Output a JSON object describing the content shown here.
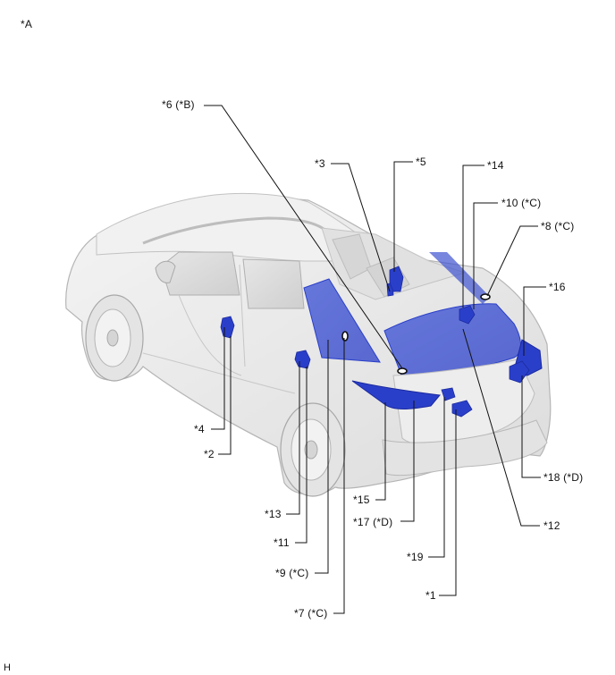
{
  "figure_id": "*A",
  "corner_code": "H",
  "callouts": {
    "c1": "*1",
    "c2": "*2",
    "c3": "*3",
    "c4": "*4",
    "c5": "*5",
    "c6": "*6 (*B)",
    "c7": "*7 (*C)",
    "c8": "*8 (*C)",
    "c9": "*9 (*C)",
    "c10": "*10 (*C)",
    "c11": "*11",
    "c12": "*12",
    "c13": "*13",
    "c14": "*14",
    "c15": "*15",
    "c16": "*16",
    "c17": "*17 (*D)",
    "c18": "*18 (*D)",
    "c19": "*19"
  },
  "colors": {
    "highlight": "#2a3fc9",
    "body_fill": "#ececec",
    "body_stroke": "#b5b5b5",
    "leader": "#111111"
  }
}
